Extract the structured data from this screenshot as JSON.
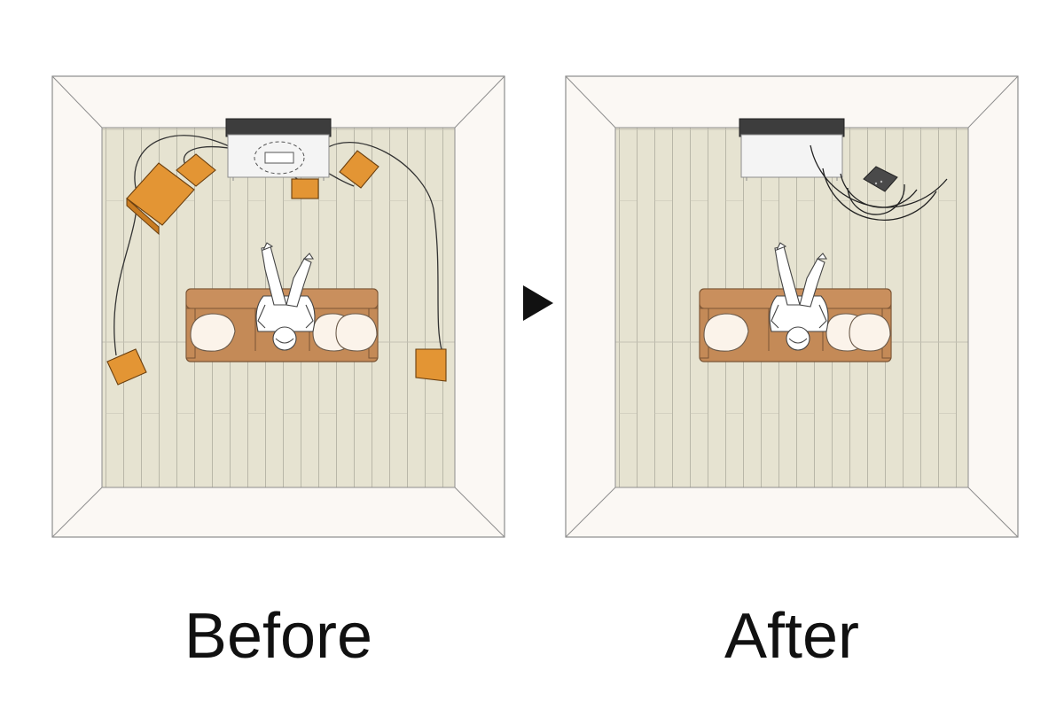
{
  "captions": {
    "before": "Before",
    "after": "After"
  },
  "colors": {
    "room_frame": "#fbf8f4",
    "floor": "#e6e3d1",
    "board_line": "#b9b7a8",
    "outline": "#8d8d8d",
    "speaker": "#e39534",
    "sofa": "#c48a57",
    "cushion": "#fbf3ea",
    "tv_screen": "#3d3d3d",
    "tv_stand": "#f4f4f4",
    "compact_speaker": "#4a4a4a",
    "cable": "#333333",
    "arrow": "#111111"
  },
  "icons": {
    "divider": "right-triangle-arrow"
  }
}
